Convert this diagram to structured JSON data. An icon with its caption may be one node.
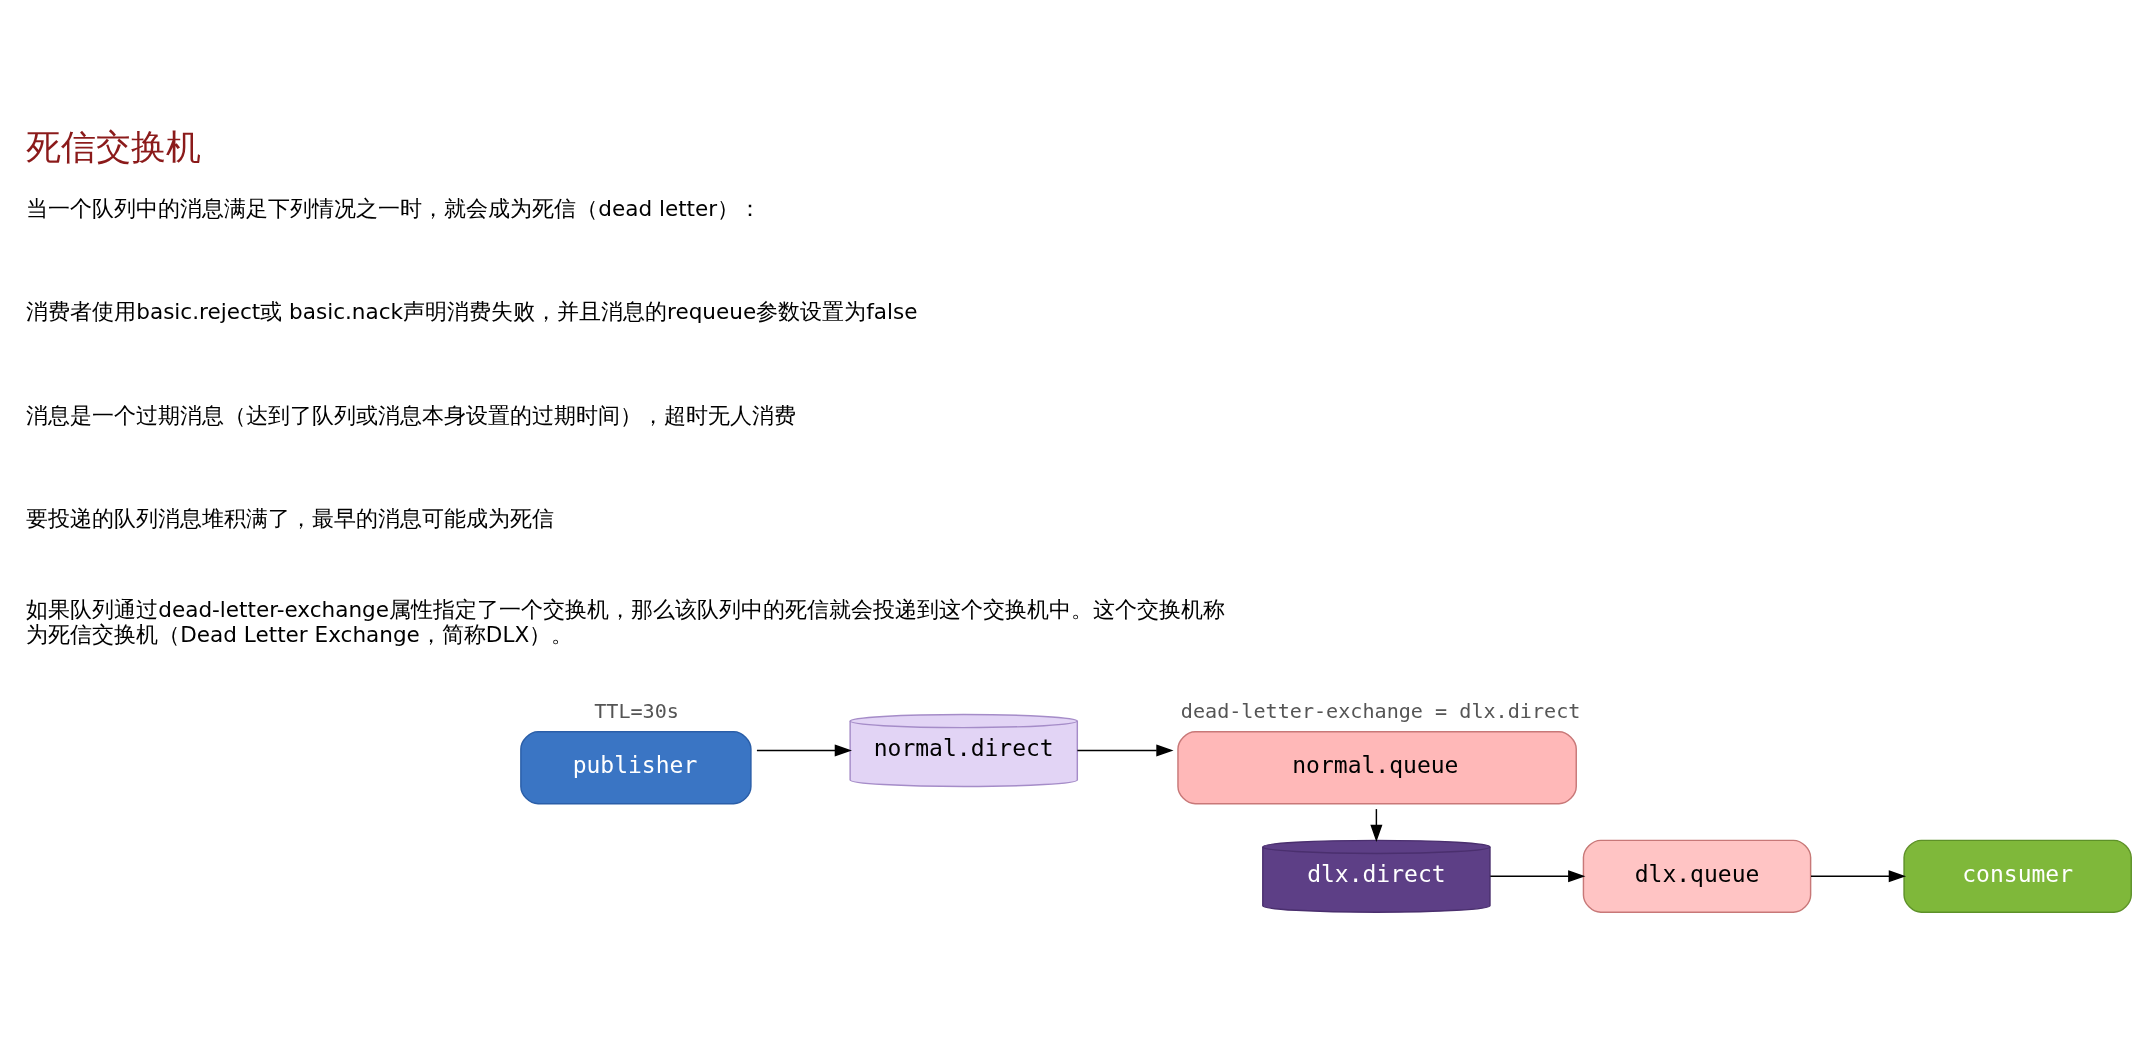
{
  "diagram": {
    "title": "死信交换机",
    "nodes": [
      {
        "text": [
          "publisher"
        ],
        "beside": [
          "TTL=30s"
        ]
      },
      {
        "text": [
          "normal.direct"
        ]
      },
      {
        "text": [
          "normal.queue"
        ],
        "beside": [
          "dead-letter-exchange = dlx.direct"
        ]
      },
      {
        "text": [
          "dlx.direct"
        ]
      },
      {
        "text": [
          "dlx.queue"
        ]
      },
      {
        "text": [
          "consumer"
        ]
      }
    ],
    "edges": [
      {
        "from": 0,
        "to": 1,
        "arrow": "to"
      },
      {
        "from": 1,
        "to": 2,
        "arrow": "to"
      },
      {
        "from": 2,
        "to": 3,
        "arrow": "to"
      },
      {
        "from": 3,
        "to": 4,
        "arrow": "to"
      },
      {
        "from": 4,
        "to": 5,
        "arrow": "to"
      }
    ],
    "labels": [
      "当一个队列中的消息满足下列情况之一时，就会成为死信（dead letter）：",
      "消费者使用basic.reject或 basic.nack声明消费失败，并且消息的requeue参数设置为false",
      "消息是一个过期消息（达到了队列或消息本身设置的过期时间），超时无人消费",
      "要投递的队列消息堆积满了，最早的消息可能成为死信",
      "如果队列通过dead-letter-exchange属性指定了一个交换机，那么该队列中的死信就会投递到这个交换机中。这个交换机称为死信交换机（Dead Letter Exchange，简称DLX）。"
    ]
  }
}
